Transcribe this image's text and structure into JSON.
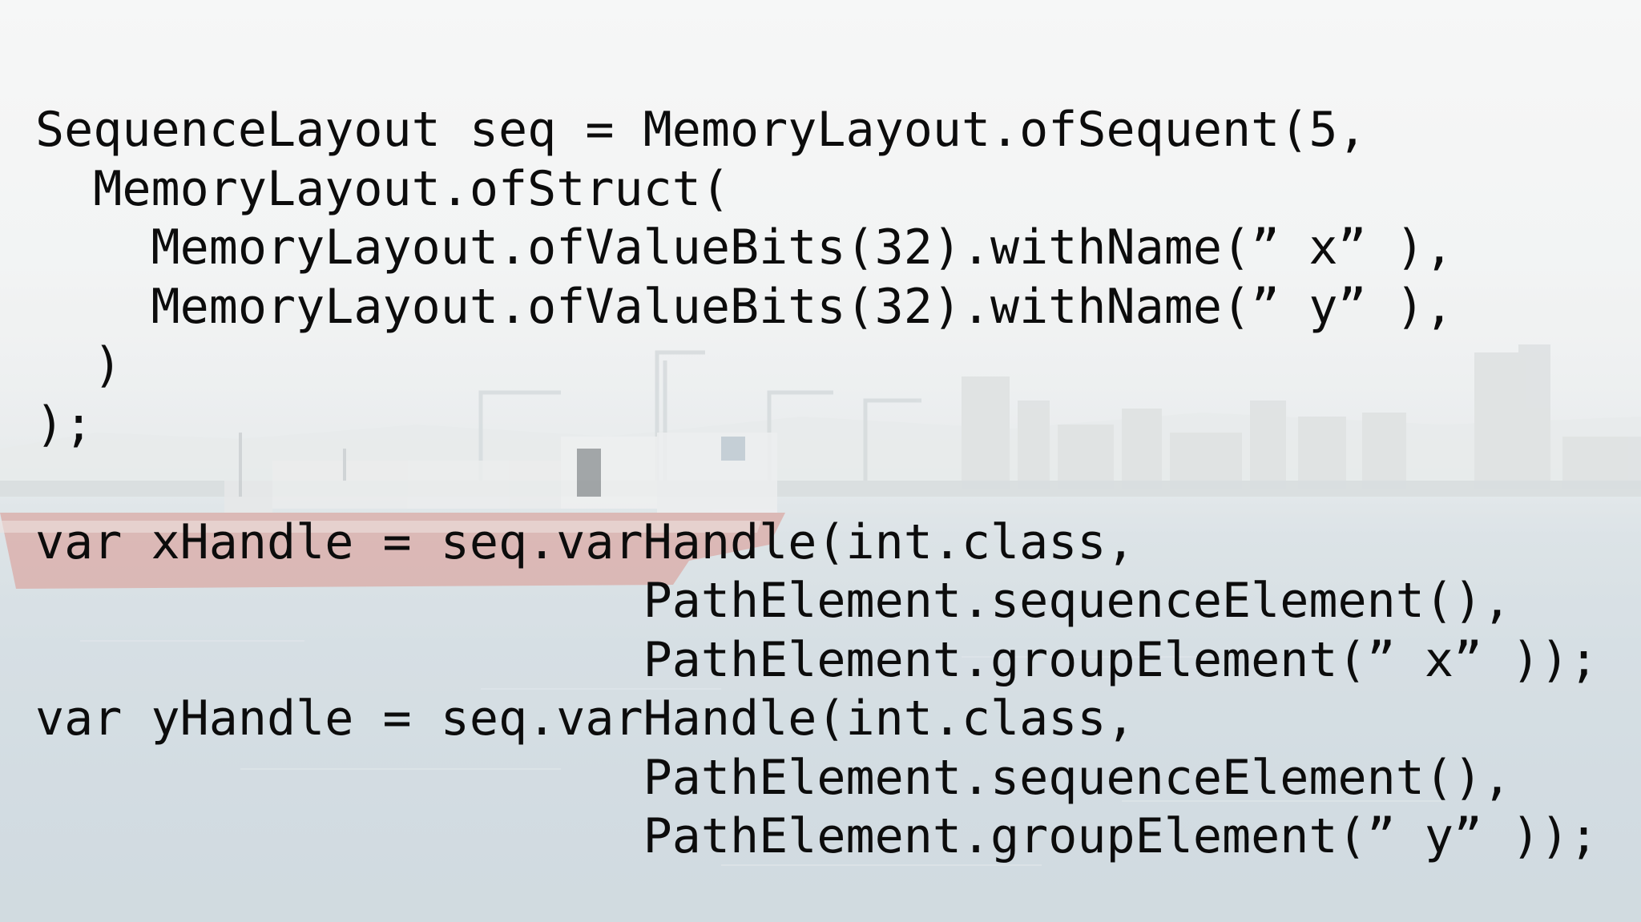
{
  "slide": {
    "code_lines": [
      "SequenceLayout seq = MemoryLayout.ofSequent(5,",
      "  MemoryLayout.ofStruct(",
      "    MemoryLayout.ofValueBits(32).withName(” x” ),",
      "    MemoryLayout.ofValueBits(32).withName(” y” ),",
      "  )",
      ");",
      "",
      "var xHandle = seq.varHandle(int.class,",
      "                     PathElement.sequenceElement(),",
      "                     PathElement.groupElement(” x” ));",
      "var yHandle = seq.varHandle(int.class,",
      "                     PathElement.sequenceElement(),",
      "                     PathElement.groupElement(” y” ));"
    ],
    "background": {
      "description_icon": "harbor-photo",
      "colors": {
        "sky": "#f1f2f2",
        "water": "#c4d1d9",
        "ship_hull": "#c97b74",
        "text": "#0c0c0c"
      }
    }
  }
}
